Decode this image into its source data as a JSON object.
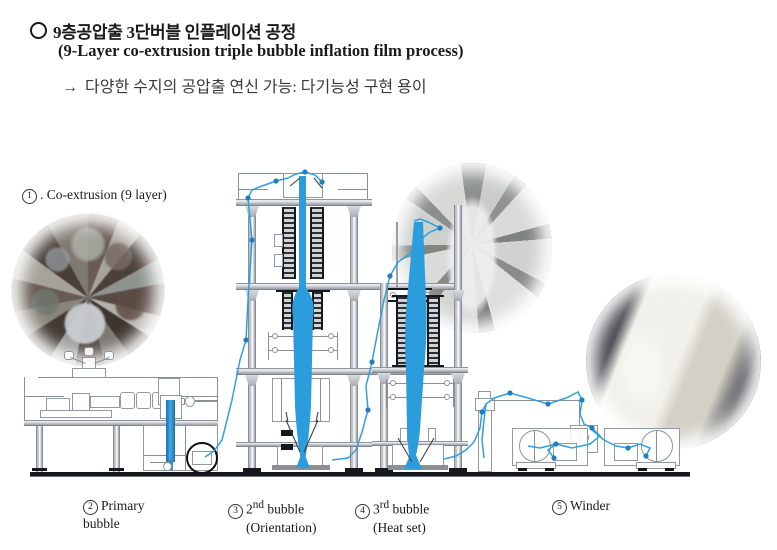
{
  "heading": {
    "bullet_glyph": "○",
    "line1": "9층공압출 3단버블 인플레이션 공정",
    "line2": "(9-Layer co-extrusion triple bubble inflation film process)",
    "arrow_glyph": "→",
    "line3": "다양한 수지의 공압출 연신 가능: 다기능성 구현 용이"
  },
  "stages": [
    {
      "id": "co-extrusion",
      "number": "1",
      "label": "Co-extrusion (9 layer)",
      "sub": "",
      "suffix": "."
    },
    {
      "id": "primary-bubble",
      "number": "2",
      "label": "Primary",
      "sub": "bubble"
    },
    {
      "id": "second-bubble",
      "number": "3",
      "label": "2nd bubble",
      "label_base": "2",
      "label_sup": "nd",
      "label_rest": " bubble",
      "sub": "(Orientation)"
    },
    {
      "id": "third-bubble",
      "number": "4",
      "label": "3rd bubble",
      "label_base": "3",
      "label_sup": "rd",
      "label_rest": " bubble",
      "sub": "(Heat set)"
    },
    {
      "id": "winder",
      "number": "5",
      "label": "Winder",
      "sub": ""
    }
  ],
  "photos": [
    {
      "id": "die-head-photo",
      "caption_ref": "1",
      "description": "co-extrusion die head"
    },
    {
      "id": "bubble-photo",
      "caption_ref": "3",
      "description": "film bubble inside cage"
    },
    {
      "id": "film-roll-photo",
      "caption_ref": "5",
      "description": "wound film roll on shaft"
    }
  ],
  "colors": {
    "film_blue": "#2f9fe0",
    "bubble_blue": "#2b9ddd",
    "primary_bubble_blue": "#2f8fc4",
    "frame_gray": "#9aa0a6",
    "oven_dark": "#2b2f33",
    "ground_black": "#15181c",
    "text": "#1a1a1a"
  }
}
